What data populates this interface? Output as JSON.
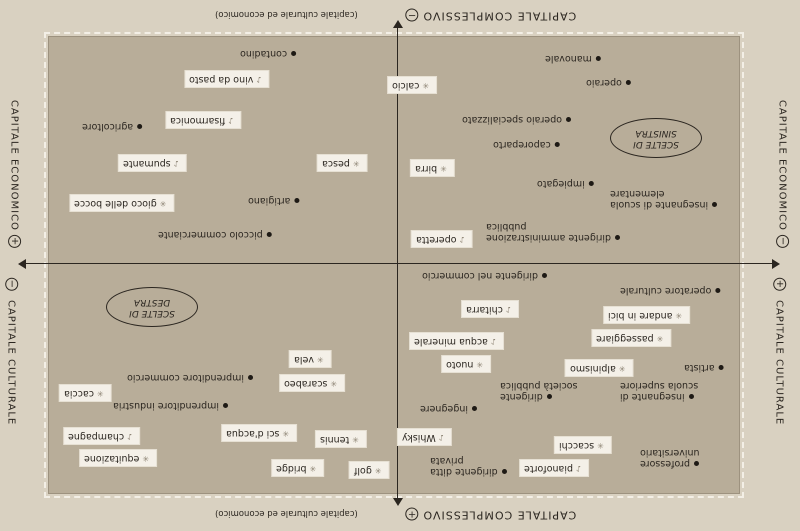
{
  "axes": {
    "top_title": "CAPITALE COMPLESSIVO",
    "top_sign": "−",
    "top_sub": "(capitale culturale ed economico)",
    "bottom_title": "CAPITALE COMPLESSIVO",
    "bottom_sign": "+",
    "bottom_sub": "(capitale culturale ed economico)",
    "left_upper": "CAPITALE ECONOMICO",
    "left_upper_sign": "+",
    "left_lower": "CAPITALE CULTURALE",
    "left_lower_sign": "−",
    "right_upper": "CAPITALE ECONOMICO",
    "right_upper_sign": "−",
    "right_lower": "CAPITALE CULTURALE",
    "right_lower_sign": "+"
  },
  "ovals": {
    "sinistra": "SCELTE DI SINISTRA",
    "destra": "SCELTE DI DESTRA"
  },
  "professions": [
    {
      "label": "contadino"
    },
    {
      "label": "agricoltore"
    },
    {
      "label": "artigiano"
    },
    {
      "label": "piccolo commerciante"
    },
    {
      "label": "manovale"
    },
    {
      "label": "operaio"
    },
    {
      "label": "operaio specializzato"
    },
    {
      "label": "caporeparto"
    },
    {
      "label": "impiegato"
    },
    {
      "label": "insegnante di scuola elementare"
    },
    {
      "label": "dirigente amministrazione pubblica"
    },
    {
      "label": "dirigente nel commercio"
    },
    {
      "label": "operatore culturale"
    },
    {
      "label": "artista"
    },
    {
      "label": "insegnante di scuola superiore"
    },
    {
      "label": "dirigente società pubblica"
    },
    {
      "label": "ingegnere"
    },
    {
      "label": "professore universitario"
    },
    {
      "label": "dirigente ditta privata"
    },
    {
      "label": "imprenditore commercio"
    },
    {
      "label": "imprenditore industria"
    }
  ],
  "practices": [
    {
      "label": "vino da pasto",
      "icon": "music-icon"
    },
    {
      "label": "calcio",
      "icon": "sport-icon"
    },
    {
      "label": "fisarmonica",
      "icon": "music-icon"
    },
    {
      "label": "spumante",
      "icon": "music-icon"
    },
    {
      "label": "pesca",
      "icon": "sport-icon"
    },
    {
      "label": "birra",
      "icon": "sport-icon"
    },
    {
      "label": "gioco delle bocce",
      "icon": "sport-icon"
    },
    {
      "label": "operetta",
      "icon": "music-icon"
    },
    {
      "label": "chitarra",
      "icon": "music-icon"
    },
    {
      "label": "andare in bici",
      "icon": "sport-icon"
    },
    {
      "label": "acqua minerale",
      "icon": "music-icon"
    },
    {
      "label": "passeggiare",
      "icon": "sport-icon"
    },
    {
      "label": "nuoto",
      "icon": "sport-icon"
    },
    {
      "label": "alpinismo",
      "icon": "sport-icon"
    },
    {
      "label": "vela",
      "icon": "sport-icon"
    },
    {
      "label": "scarabeo",
      "icon": "sport-icon"
    },
    {
      "label": "caccia",
      "icon": "sport-icon"
    },
    {
      "label": "sci d'acqua",
      "icon": "sport-icon"
    },
    {
      "label": "tennis",
      "icon": "sport-icon"
    },
    {
      "label": "champagne",
      "icon": "music-icon"
    },
    {
      "label": "Whisky",
      "icon": "music-icon"
    },
    {
      "label": "scacchi",
      "icon": "sport-icon"
    },
    {
      "label": "equitazione",
      "icon": "sport-icon"
    },
    {
      "label": "bridge",
      "icon": "sport-icon"
    },
    {
      "label": "golf",
      "icon": "sport-icon"
    },
    {
      "label": "pianoforte",
      "icon": "music-icon"
    }
  ]
}
